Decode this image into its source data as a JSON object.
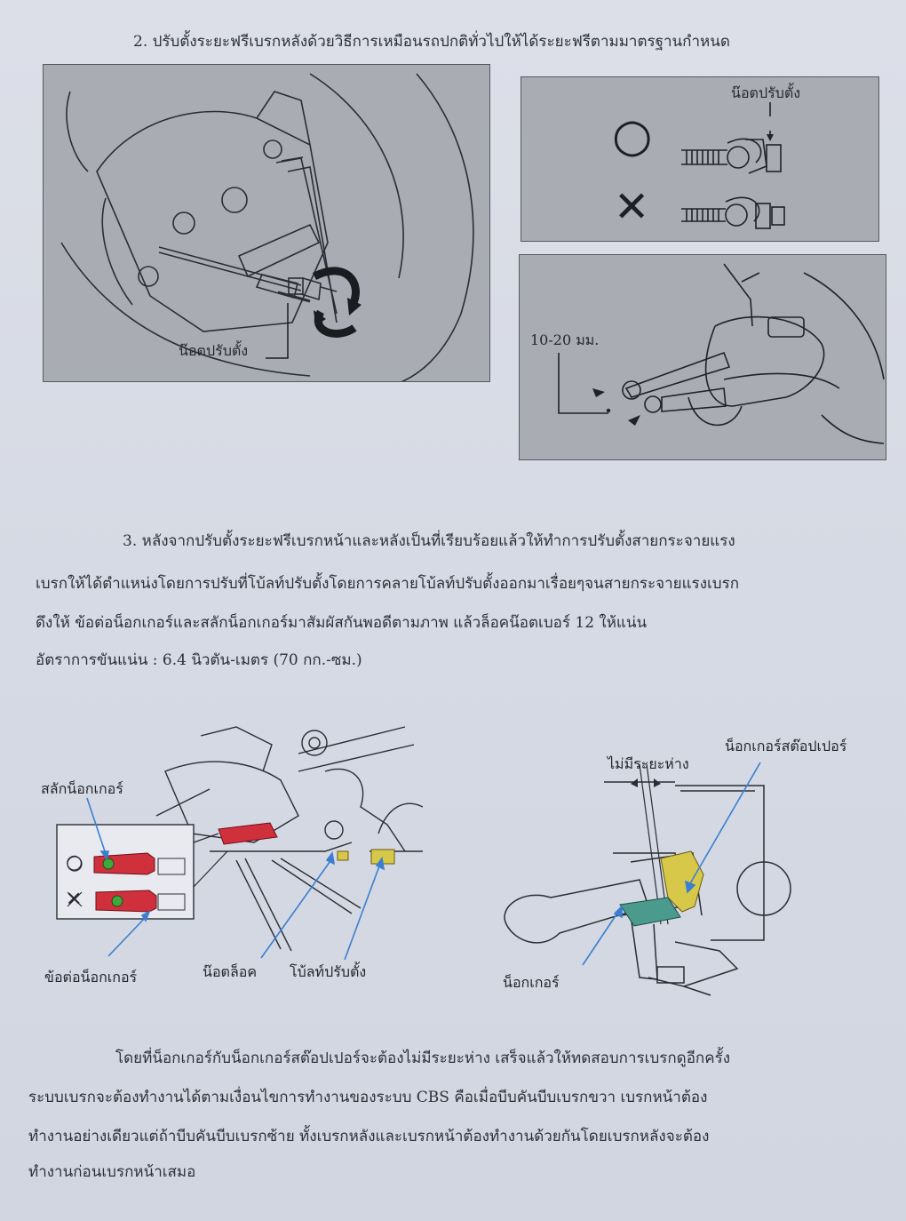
{
  "step2": {
    "heading": "2. ปรับตั้งระยะฟรีเบรกหลังด้วยวิธีการเหมือนรถปกติทั่วไปให้ได้ระยะฟรีตามมาตรฐานกำหนด",
    "fig_left_label": "น๊อตปรับตั้ง",
    "fig_right_top_label": "น๊อตปรับตั้ง",
    "fig_right_top_ok_symbol": "○",
    "fig_right_top_ng_symbol": "✕",
    "fig_right_bottom_label": "10-20 มม."
  },
  "step3": {
    "lines": [
      "3. หลังจากปรับตั้งระยะฟรีเบรกหน้าและหลังเป็นที่เรียบร้อยแล้วให้ทำการปรับตั้งสายกระจายแรง",
      "เบรกให้ได้ตำแหน่งโดยการปรับที่โบ้ลท์ปรับตั้งโดยการคลายโบ้ลท์ปรับตั้งออกมาเรื่อยๆจนสายกระจายแรงเบรก",
      "ดึงให้ ข้อต่อน็อกเกอร์และสลักน็อกเกอร์มาสัมผัสกันพอดีตามภาพ แล้วล็อคน๊อตเบอร์ 12 ให้แน่น",
      "อัตราการขันแน่น : 6.4 นิวตัน-เมตร (70 กก.-ซม.)"
    ],
    "fig_left": {
      "pin_label": "สลักน็อกเกอร์",
      "ok_symbol": "○",
      "ng_symbol": "✕",
      "joint_label": "ข้อต่อน็อกเกอร์",
      "locknut_label": "น๊อตล็อค",
      "bolt_label": "โบ้ลท์ปรับตั้ง"
    },
    "fig_right": {
      "gap_label": "ไม่มีระยะห่าง",
      "stopper_label": "น็อกเกอร์สต๊อปเปอร์",
      "knocker_label": "น็อกเกอร์"
    }
  },
  "conclusion": {
    "lines": [
      "โดยที่น็อกเกอร์กับน็อกเกอร์สต๊อปเปอร์จะต้องไม่มีระยะห่าง เสร็จแล้วให้ทดสอบการเบรกดูอีกครั้ง",
      "ระบบเบรกจะต้องทำงานได้ตามเงื่อนไขการทำงานของระบบ CBS  คือเมื่อบีบคันบีบเบรกขวา เบรกหน้าต้อง",
      "ทำงานอย่างเดียวแต่ถ้าบีบคันบีบเบรกซ้าย ทั้งเบรกหลังและเบรกหน้าต้องทำงานด้วยกันโดยเบรกหลังจะต้อง",
      "ทำงานก่อนเบรกหน้าเสมอ"
    ]
  },
  "colors": {
    "panel_bg": "#a9acb3",
    "red_part": "#d0303c",
    "yellow_part": "#d8c84a",
    "teal_part": "#4a9a8e",
    "arrow_blue": "#3a7fd0"
  }
}
